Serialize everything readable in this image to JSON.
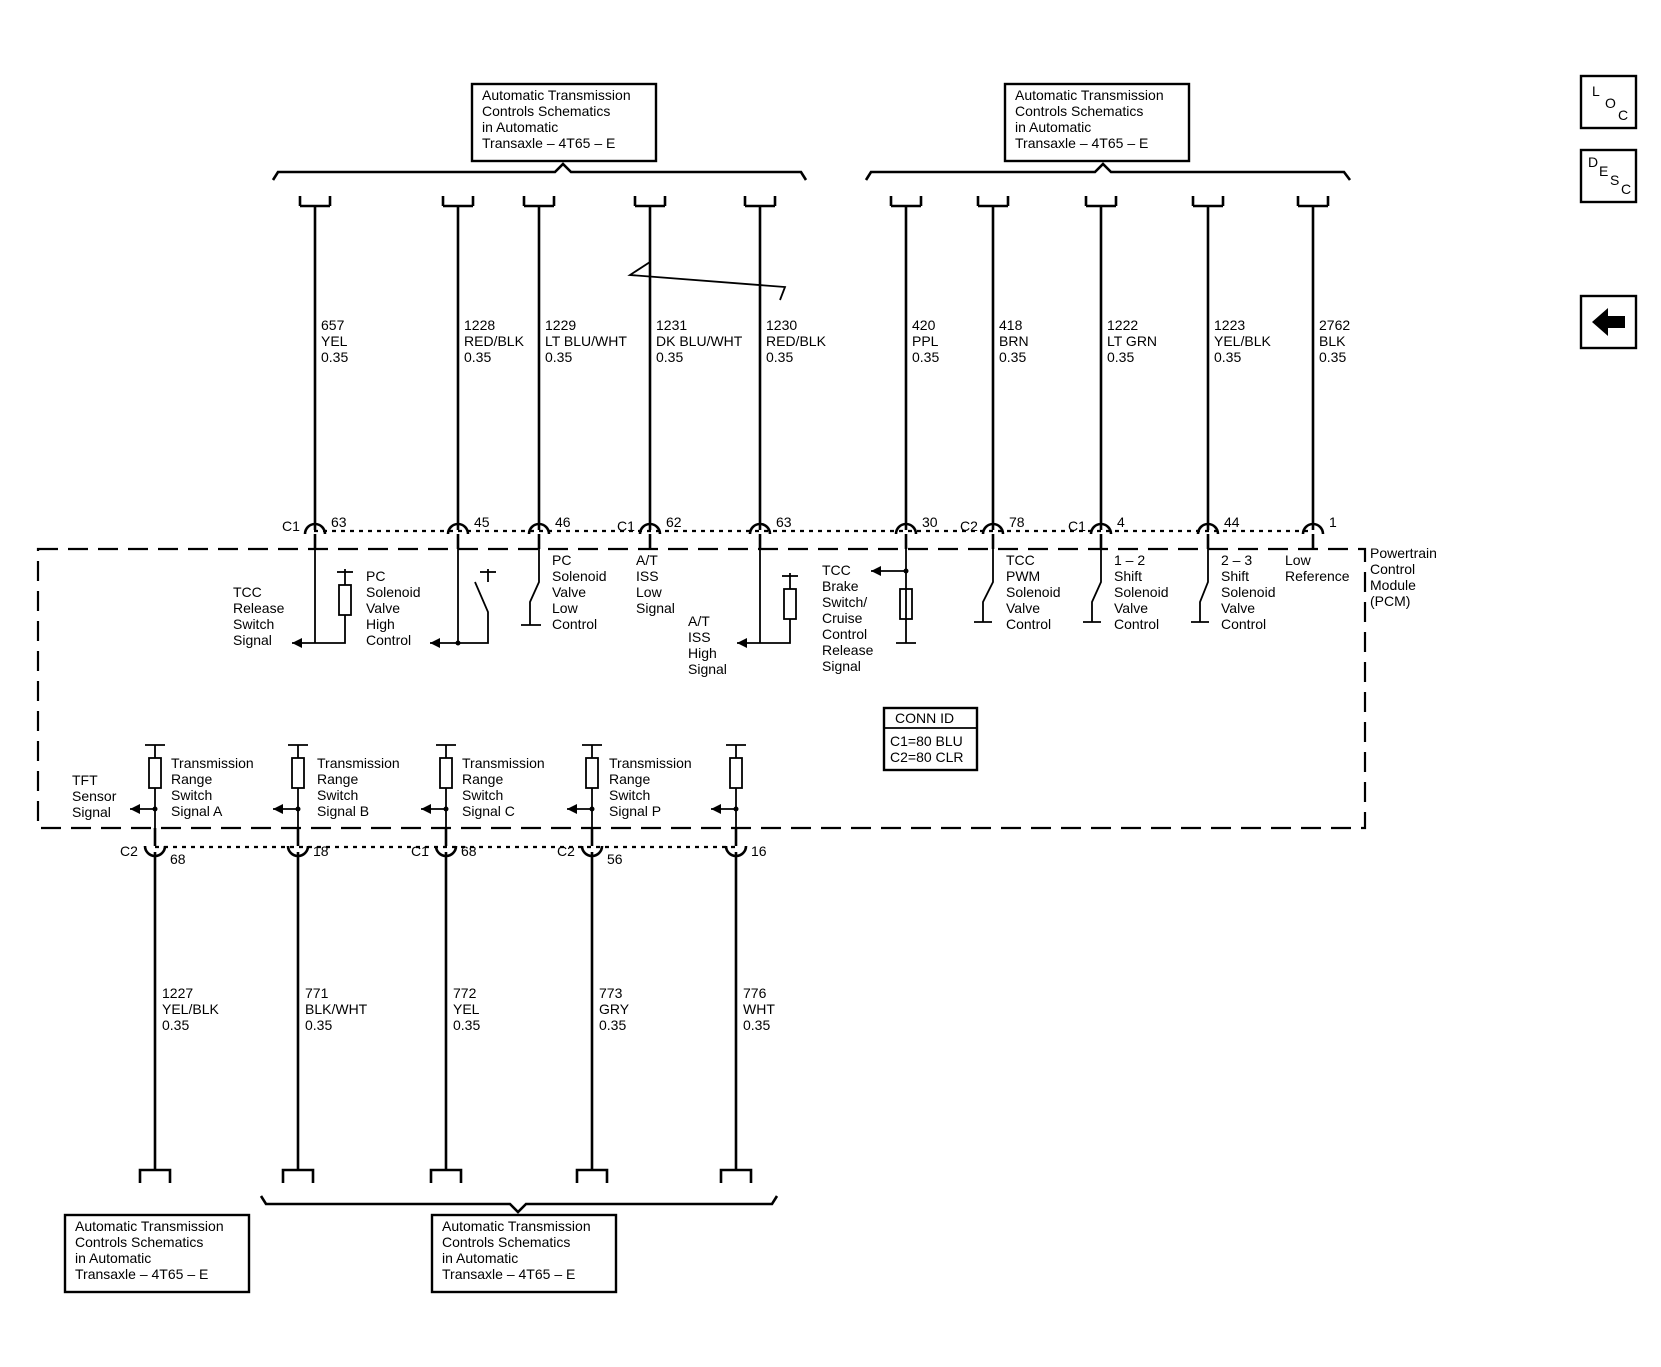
{
  "ref_label": "Automatic Transmission\nControls Schematics\nin Automatic\nTransaxle – 4T65 – E",
  "module_label": "Powertrain\nControl\nModule\n(PCM)",
  "conn_id": {
    "title": "CONN ID",
    "lines": "C1=80 BLU\nC2=80 CLR"
  },
  "nav": {
    "loc": [
      "L",
      "O",
      "C"
    ],
    "desc": [
      "D",
      "E",
      "S",
      "C"
    ],
    "back": "back-arrow-icon"
  },
  "top_wires": [
    {
      "circuit": "657",
      "color": "YEL",
      "gauge": "0.35",
      "conn": "C1",
      "pin": "63",
      "function": "TCC\nRelease\nSwitch\nSignal"
    },
    {
      "circuit": "1228",
      "color": "RED/BLK",
      "gauge": "0.35",
      "conn": "",
      "pin": "45",
      "function": "PC\nSolenoid\nValve\nHigh\nControl"
    },
    {
      "circuit": "1229",
      "color": "LT BLU/WHT",
      "gauge": "0.35",
      "conn": "",
      "pin": "46",
      "function": "PC\nSolenoid\nValve\nLow\nControl"
    },
    {
      "circuit": "1231",
      "color": "DK BLU/WHT",
      "gauge": "0.35",
      "conn": "C1",
      "pin": "62",
      "function": "A/T\nISS\nLow\nSignal"
    },
    {
      "circuit": "1230",
      "color": "RED/BLK",
      "gauge": "0.35",
      "conn": "",
      "pin": "63",
      "function": "A/T\nISS\nHigh\nSignal"
    },
    {
      "circuit": "420",
      "color": "PPL",
      "gauge": "0.35",
      "conn": "",
      "pin": "30",
      "function": "TCC\nBrake\nSwitch/\nCruise\nControl\nRelease\nSignal"
    },
    {
      "circuit": "418",
      "color": "BRN",
      "gauge": "0.35",
      "conn": "C2",
      "pin": "78",
      "function": "TCC\nPWM\nSolenoid\nValve\nControl"
    },
    {
      "circuit": "1222",
      "color": "LT GRN",
      "gauge": "0.35",
      "conn": "C1",
      "pin": "4",
      "function": "1 – 2\nShift\nSolenoid\nValve\nControl"
    },
    {
      "circuit": "1223",
      "color": "YEL/BLK",
      "gauge": "0.35",
      "conn": "",
      "pin": "44",
      "function": "2 – 3\nShift\nSolenoid\nValve\nControl"
    },
    {
      "circuit": "2762",
      "color": "BLK",
      "gauge": "0.35",
      "conn": "",
      "pin": "1",
      "function": "Low\nReference"
    }
  ],
  "bottom_wires": [
    {
      "circuit": "1227",
      "color": "YEL/BLK",
      "gauge": "0.35",
      "conn": "C2",
      "pin": "68",
      "function": "TFT\nSensor\nSignal"
    },
    {
      "circuit": "771",
      "color": "BLK/WHT",
      "gauge": "0.35",
      "conn": "",
      "pin": "18",
      "function": "Transmission\nRange\nSwitch\nSignal A"
    },
    {
      "circuit": "772",
      "color": "YEL",
      "gauge": "0.35",
      "conn": "C1",
      "pin": "68",
      "function": "Transmission\nRange\nSwitch\nSignal B"
    },
    {
      "circuit": "773",
      "color": "GRY",
      "gauge": "0.35",
      "conn": "C2",
      "pin": "56",
      "function": "Transmission\nRange\nSwitch\nSignal C"
    },
    {
      "circuit": "776",
      "color": "WHT",
      "gauge": "0.35",
      "conn": "",
      "pin": "16",
      "function": "Transmission\nRange\nSwitch\nSignal P"
    }
  ]
}
